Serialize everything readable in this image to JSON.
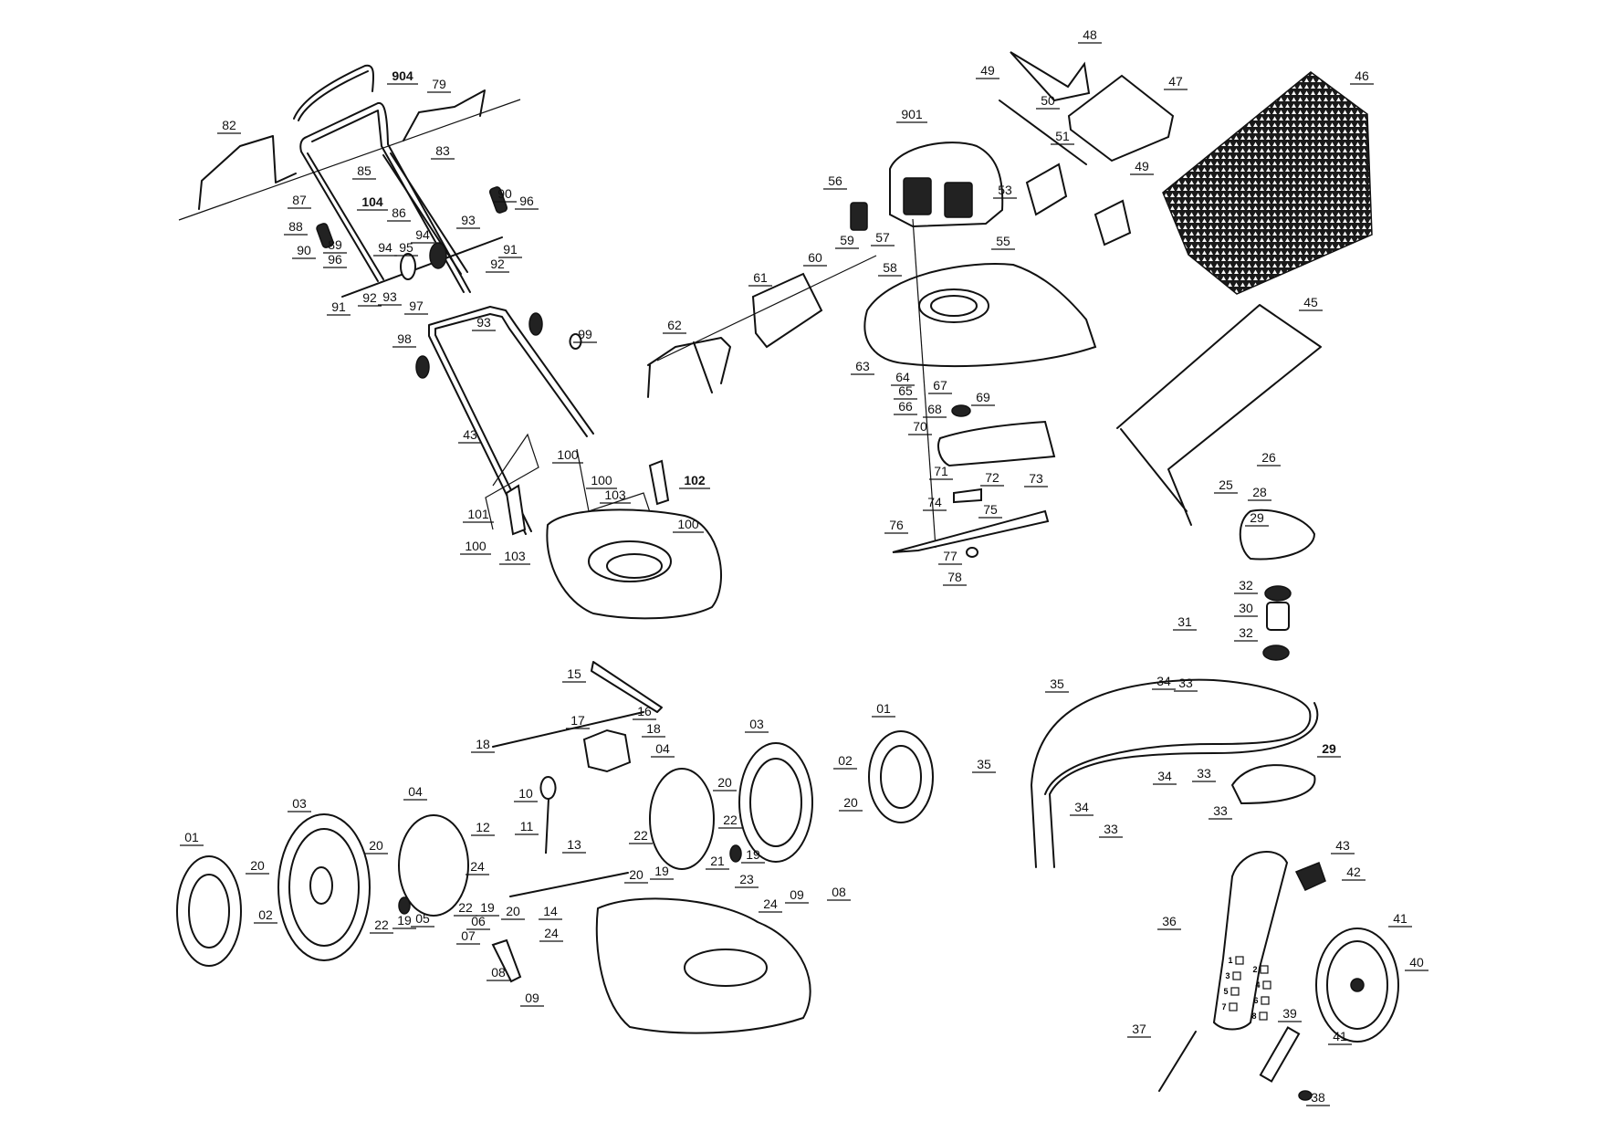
{
  "diagram": {
    "type": "exploded parts diagram - lawn mower",
    "colors": {
      "line": "#111111",
      "background": "#ffffff"
    },
    "labels": [
      "904",
      "79",
      "82",
      "83",
      "85",
      "104",
      "86",
      "87",
      "88",
      "89",
      "90",
      "96",
      "94",
      "95",
      "94",
      "93",
      "90",
      "96",
      "91",
      "92",
      "92",
      "93",
      "91",
      "97",
      "93",
      "99",
      "98",
      "43",
      "100",
      "100",
      "102",
      "103",
      "101",
      "100",
      "100",
      "103",
      "61",
      "62",
      "48",
      "49",
      "50",
      "47",
      "46",
      "901",
      "51",
      "49",
      "56",
      "53",
      "57",
      "59",
      "55",
      "60",
      "58",
      "45",
      "63",
      "64",
      "65",
      "67",
      "69",
      "66",
      "68",
      "70",
      "71",
      "72",
      "73",
      "74",
      "75",
      "76",
      "77",
      "78",
      "26",
      "25",
      "28",
      "29",
      "32",
      "30",
      "32",
      "31",
      "35",
      "34",
      "33",
      "29",
      "34",
      "33",
      "35",
      "34",
      "33",
      "33",
      "43",
      "42",
      "36",
      "41",
      "40",
      "39",
      "41",
      "37",
      "38",
      "01",
      "02",
      "20",
      "08",
      "09",
      "15",
      "16",
      "17",
      "18",
      "18",
      "03",
      "04",
      "10",
      "04",
      "03",
      "20",
      "12",
      "11",
      "22",
      "22",
      "13",
      "20",
      "01",
      "20",
      "24",
      "21",
      "19",
      "19",
      "20",
      "23",
      "02",
      "22",
      "19",
      "20",
      "14",
      "19",
      "05",
      "22",
      "06",
      "24",
      "07",
      "24",
      "08",
      "09"
    ],
    "wheel_adjust_positions": [
      "1",
      "2",
      "3",
      "4",
      "5",
      "6",
      "7",
      "8"
    ]
  }
}
